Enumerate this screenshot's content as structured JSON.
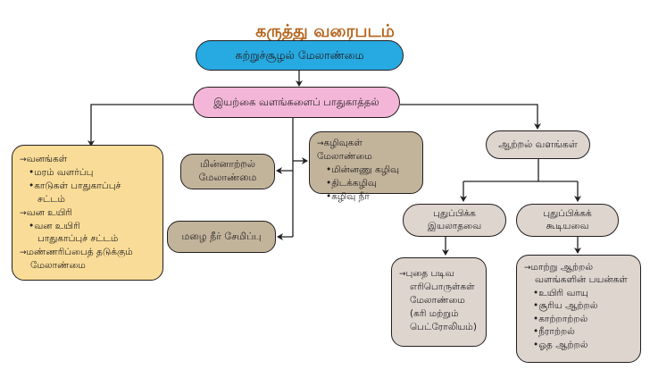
{
  "title": "கருத்து வரைபடம்",
  "root": "சுற்றுச்சூழல் மேலாண்மை",
  "level1": "இயற்கை வளங்களைப் பாதுகாத்தல்",
  "forest_box": {
    "items": [
      {
        "type": "heading",
        "text": "வனங்கள்"
      },
      {
        "type": "bullet",
        "text": "மரம் வளர்ப்பு"
      },
      {
        "type": "bullet",
        "text": "காடுகள் பாதுகாப்புச்"
      },
      {
        "type": "cont",
        "text": "சட்டம்"
      },
      {
        "type": "heading",
        "text": "வன உயிரி"
      },
      {
        "type": "bullet",
        "text": "வன உயிரி"
      },
      {
        "type": "cont",
        "text": "பாதுகாப்புச் சட்டம்"
      },
      {
        "type": "heading",
        "text": "மண்ணரிப்பைத் தடுக்கும்"
      },
      {
        "type": "hcont",
        "text": "மேலாண்மை"
      }
    ]
  },
  "electricity_box": {
    "line1": "மின்னாற்றல்",
    "line2": "மேலாண்மை"
  },
  "rainwater_box": "மழை நீர் சேமிப்பு",
  "waste_box": {
    "heading": "கழிவுகள் மேலாண்மை",
    "bullets": [
      "மின்னணு கழிவு",
      "திடக்கழிவு",
      "கழிவு நீர்"
    ]
  },
  "energy_box": "ஆற்றல் வளங்கள்",
  "nonrenewable_box": {
    "line1": "புதுப்பிக்க",
    "line2": "இயலாதவை"
  },
  "renewable_box": {
    "line1": "புதுப்பிக்கக்",
    "line2": "கூடியவை"
  },
  "fossil_box": {
    "heading": "புதை படிவ",
    "lines": [
      "எரிபொருள்கள்",
      "மேலாண்மை",
      "(கரி மற்றும்",
      "பெட்ரோலியம்)"
    ]
  },
  "alt_energy_box": {
    "heading": "மாற்று ஆற்றல்",
    "heading_cont": "வளங்களின் பயன்கள்",
    "bullets": [
      "உயிரி வாயு",
      "சூரிய ஆற்றல்",
      "காற்றாற்றல்",
      "நீராற்றல்",
      "ஓத ஆற்றல்"
    ]
  },
  "colors": {
    "title": "#b5651d",
    "root": "#27a9e1",
    "level1": "#f3b6d9",
    "forest": "#f9dc97",
    "tan": "#c2b49b",
    "grey": "#ded5cf"
  }
}
